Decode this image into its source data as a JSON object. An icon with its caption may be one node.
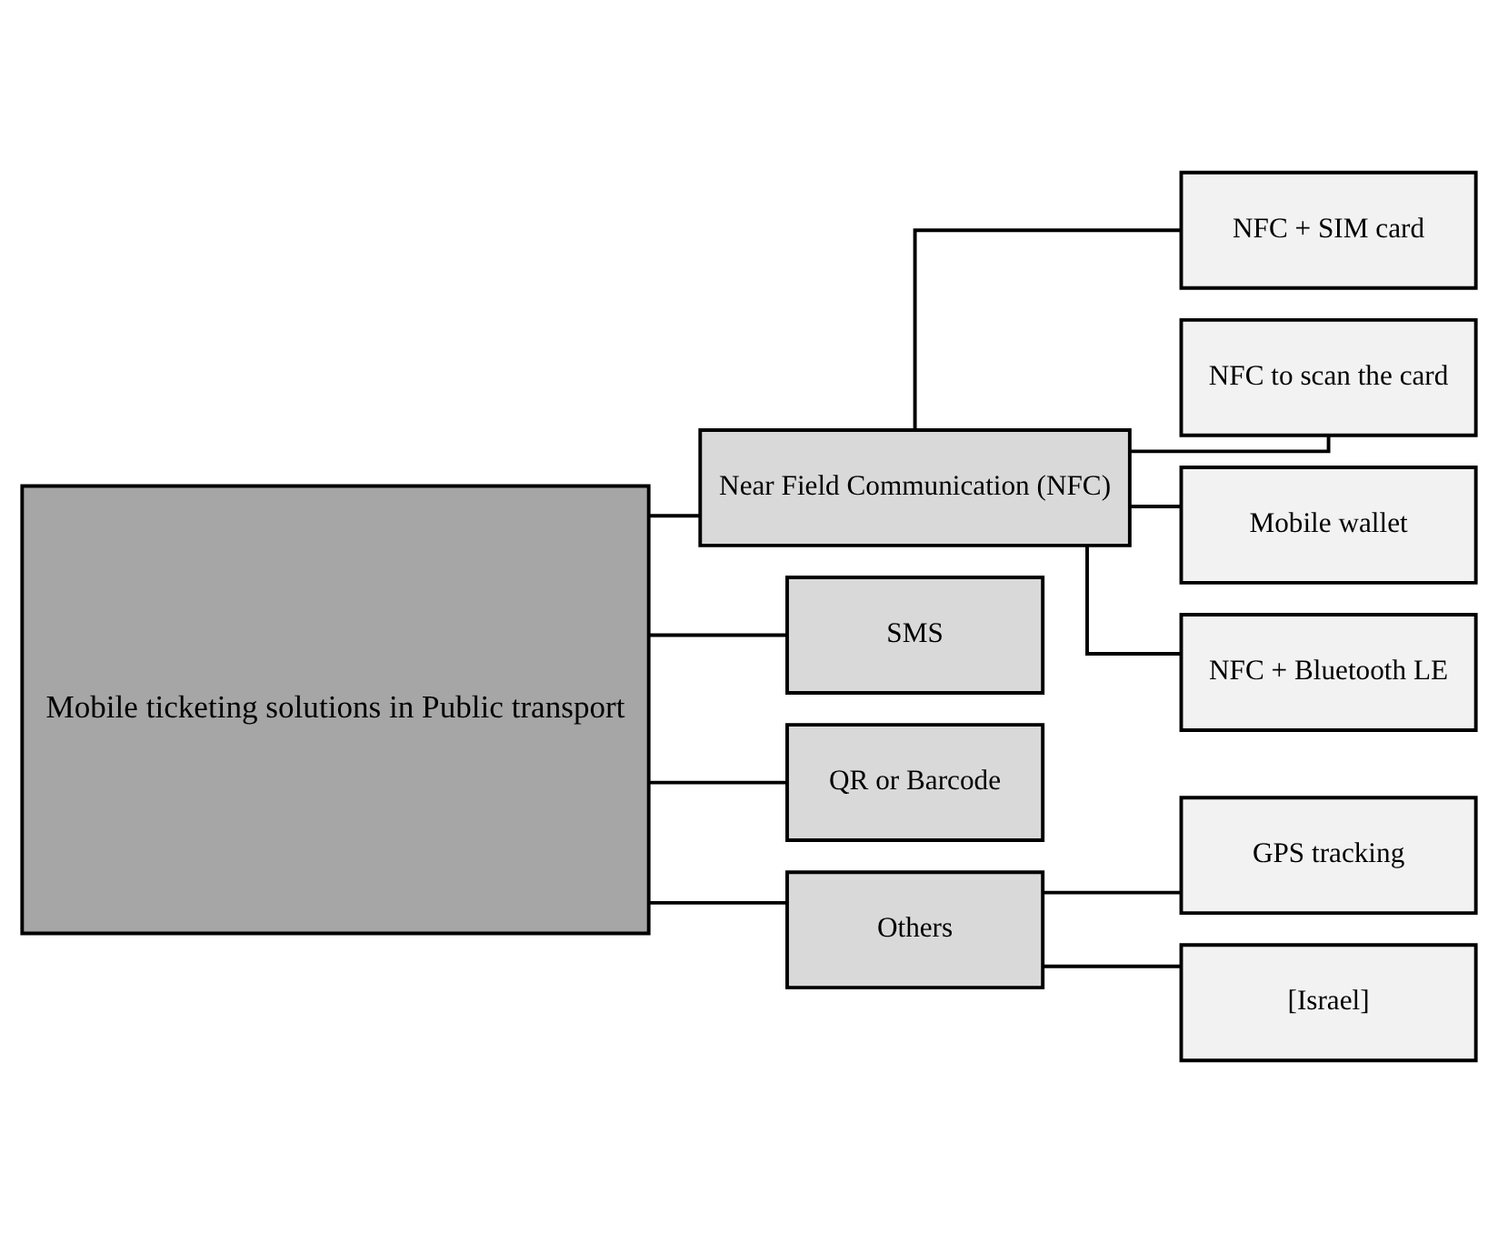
{
  "diagram": {
    "nodes": [
      {
        "text": [
          "Mobile ticketing solutions in Public transport"
        ]
      },
      {
        "text": [
          "Near Field Communication (NFC)"
        ]
      },
      {
        "text": [
          "SMS"
        ]
      },
      {
        "text": [
          "QR or Barcode"
        ]
      },
      {
        "text": [
          "Others"
        ]
      },
      {
        "text": [
          "NFC + SIM card"
        ]
      },
      {
        "text": [
          "NFC to scan the card"
        ]
      },
      {
        "text": [
          "Mobile wallet"
        ]
      },
      {
        "text": [
          "NFC + Bluetooth LE"
        ]
      },
      {
        "text": [
          "GPS tracking"
        ]
      },
      {
        "text": [
          "[Israel]"
        ]
      }
    ],
    "edges": [
      {
        "from": 0,
        "to": 1,
        "arrow": "none"
      },
      {
        "from": 0,
        "to": 2,
        "arrow": "none"
      },
      {
        "from": 0,
        "to": 3,
        "arrow": "none"
      },
      {
        "from": 0,
        "to": 4,
        "arrow": "none"
      },
      {
        "from": 1,
        "to": 5,
        "arrow": "none"
      },
      {
        "from": 1,
        "to": 6,
        "arrow": "none"
      },
      {
        "from": 1,
        "to": 7,
        "arrow": "none"
      },
      {
        "from": 1,
        "to": 8,
        "arrow": "none"
      },
      {
        "from": 4,
        "to": 9,
        "arrow": "none"
      },
      {
        "from": 4,
        "to": 10,
        "arrow": "none"
      }
    ]
  }
}
